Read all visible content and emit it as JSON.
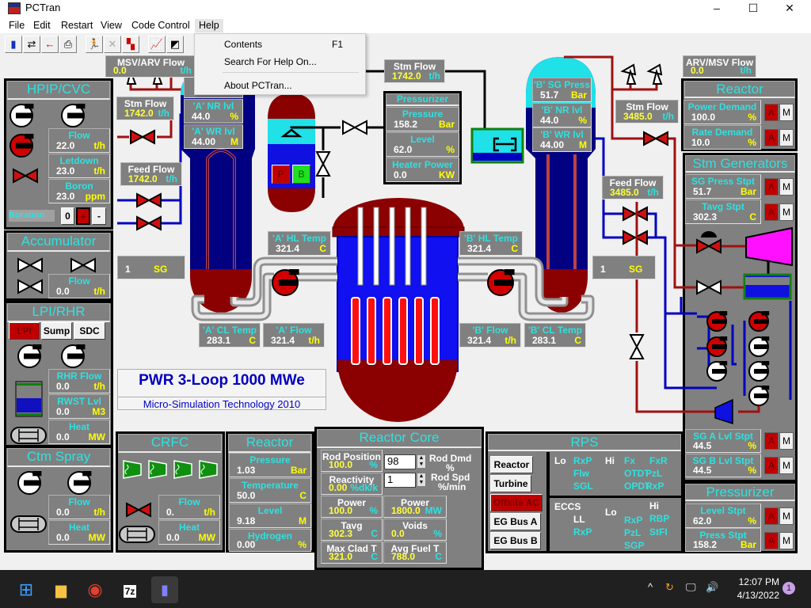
{
  "window": {
    "title": "PCTran",
    "controls": [
      "–",
      "☐",
      "✕"
    ]
  },
  "menubar": [
    "File",
    "Edit",
    "Restart",
    "View",
    "Code Control",
    "Help"
  ],
  "help_menu": {
    "items": [
      {
        "label": "Contents",
        "shortcut": "F1"
      },
      {
        "label": "Search For Help On..."
      },
      {
        "label": "About PCTran..."
      }
    ]
  },
  "toolbar": [
    "exit-icon",
    "swap-icon",
    "back-icon",
    "print-icon",
    "run-icon",
    "stop-icon",
    "malfunction-icon",
    "plot-icon",
    "report-icon"
  ],
  "readouts": {
    "msv_arv": {
      "label": "MSV/ARV Flow",
      "value": "0.0",
      "unit": "t/h"
    },
    "stm_flow_a": {
      "label": "Stm Flow",
      "value": "1742.0",
      "unit": "t/h"
    },
    "feed_flow_a": {
      "label": "Feed Flow",
      "value": "1742.0",
      "unit": "t/h"
    },
    "a_nr": {
      "label": "'A' NR lvl",
      "value": "44.0",
      "unit": "%"
    },
    "a_wr": {
      "label": "'A' WR lvl",
      "value": "44.00",
      "unit": "M"
    },
    "stm_flow_main": {
      "label": "Stm Flow",
      "value": "1742.0",
      "unit": "t/h"
    },
    "pzr_pressure": {
      "label": "Pressure",
      "value": "158.2",
      "unit": "Bar"
    },
    "pzr_level": {
      "label": "Level",
      "value": "62.0",
      "unit": "%"
    },
    "pzr_heater": {
      "label": "Heater Power",
      "value": "0.0",
      "unit": "KW"
    },
    "b_sg_press": {
      "label": "'B' SG Press",
      "value": "51.7",
      "unit": "Bar"
    },
    "b_nr": {
      "label": "'B' NR lvl",
      "value": "44.0",
      "unit": "%"
    },
    "b_wr": {
      "label": "'B' WR lvl",
      "value": "44.00",
      "unit": "M"
    },
    "stm_flow_b": {
      "label": "Stm Flow",
      "value": "3485.0",
      "unit": "t/h"
    },
    "feed_flow_b": {
      "label": "Feed Flow",
      "value": "3485.0",
      "unit": "t/h"
    },
    "a_hl": {
      "label": "'A' HL Temp",
      "value": "321.4",
      "unit": "C"
    },
    "b_hl": {
      "label": "'B' HL Temp",
      "value": "321.4",
      "unit": "C"
    },
    "a_cl": {
      "label": "'A' CL Temp",
      "value": "283.1",
      "unit": "C"
    },
    "a_flow": {
      "label": "'A' Flow",
      "value": "321.4",
      "unit": "t/h"
    },
    "b_flow": {
      "label": "'B' Flow",
      "value": "321.4",
      "unit": "t/h"
    },
    "b_cl": {
      "label": "'B' CL Temp",
      "value": "283.1",
      "unit": "C"
    },
    "sg_a_count": {
      "label": "",
      "value": "1",
      "unit": "SG"
    },
    "sg_b_count": {
      "label": "",
      "value": "1",
      "unit": "SG"
    },
    "hpip_flow": {
      "label": "Flow",
      "value": "22.0",
      "unit": "t/h"
    },
    "hpip_letdown": {
      "label": "Letdown",
      "value": "23.0",
      "unit": "t/h"
    },
    "hpip_boron": {
      "label": "Boron",
      "value": "23.0",
      "unit": "ppm"
    },
    "acc_flow": {
      "label": "Flow",
      "value": "0.0",
      "unit": "t/h"
    },
    "rhr_flow": {
      "label": "RHR Flow",
      "value": "0.0",
      "unit": "t/h"
    },
    "rwst_lvl": {
      "label": "RWST Lvl",
      "value": "0.0",
      "unit": "M3"
    },
    "lpi_heat": {
      "label": "Heat",
      "value": "0.0",
      "unit": "MW"
    },
    "spray_flow": {
      "label": "Flow",
      "value": "0.0",
      "unit": "t/h"
    },
    "spray_heat": {
      "label": "Heat",
      "value": "0.0",
      "unit": "MW"
    },
    "crfc_flow": {
      "label": "Flow",
      "value": "0.",
      "unit": "t/h"
    },
    "crfc_heat": {
      "label": "Heat",
      "value": "0.0",
      "unit": "MW"
    },
    "rx_pressure": {
      "label": "Pressure",
      "value": "1.03",
      "unit": "Bar"
    },
    "rx_temp": {
      "label": "Temperature",
      "value": "50.0",
      "unit": "C"
    },
    "rx_level": {
      "label": "Level",
      "value": "9.18",
      "unit": "M"
    },
    "rx_h2": {
      "label": "Hydrogen",
      "value": "0.00",
      "unit": "%"
    },
    "core_rodpos": {
      "label": "Rod Position",
      "value": "100.0",
      "unit": "%"
    },
    "core_react": {
      "label": "Reactivity",
      "value": "0.00",
      "unit": "%dk/k"
    },
    "core_power_pct": {
      "label": "Power",
      "value": "100.0",
      "unit": "%"
    },
    "core_power_mw": {
      "label": "Power",
      "value": "1800.0",
      "unit": "MW"
    },
    "core_tavg": {
      "label": "Tavg",
      "value": "302.3",
      "unit": "C"
    },
    "core_voids": {
      "label": "Voids",
      "value": "0.0",
      "unit": "%"
    },
    "core_clad": {
      "label": "Max Clad T",
      "value": "321.0",
      "unit": "C"
    },
    "core_fuel": {
      "label": "Avg Fuel T",
      "value": "788.0",
      "unit": "C"
    },
    "arv_msv": {
      "label": "ARV/MSV Flow",
      "value": "0.0",
      "unit": "t/h"
    },
    "rr_power_dmd": {
      "label": "Power Demand",
      "value": "100.0",
      "unit": "%"
    },
    "rr_rate_dmd": {
      "label": "Rate Demand",
      "value": "10.0",
      "unit": "%"
    },
    "sg_press_stpt": {
      "label": "SG Press Stpt",
      "value": "51.7",
      "unit": "Bar"
    },
    "sg_tavg_stpt": {
      "label": "Tavg Stpt",
      "value": "302.3",
      "unit": "C"
    },
    "sg_a_lvl": {
      "label": "SG A Lvl Stpt",
      "value": "44.5",
      "unit": "%"
    },
    "sg_b_lvl": {
      "label": "SG B Lvl Stpt",
      "value": "44.5",
      "unit": "%"
    },
    "pz_level_stpt": {
      "label": "Level Stpt",
      "value": "62.0",
      "unit": "%"
    },
    "pz_press_stpt": {
      "label": "Press Stpt",
      "value": "158.2",
      "unit": "Bar"
    }
  },
  "panels": {
    "hpip": "HPIP/CVC",
    "accumulator": "Accumulator",
    "lpi": "LPI/RHR",
    "spray": "Ctm Spray",
    "crfc": "CRFC",
    "reactor_bottom": "Reactor",
    "core": "Reactor Core",
    "rps": "RPS",
    "reactor_right": "Reactor",
    "stm_gen": "Stm Generators",
    "pressurizer_right": "Pressurizer",
    "pressurizer_center": "Pressurizer"
  },
  "boration": {
    "label": "Boration",
    "buttons": [
      "0",
      "+",
      "-"
    ]
  },
  "lpi_buttons": [
    "LPI",
    "Sump",
    "SDC"
  ],
  "pzr_heaters": [
    "P",
    "B"
  ],
  "core_controls": {
    "rod_dmd_value": "98",
    "rod_dmd_label": "Rod Dmd",
    "rod_dmd_unit": "%",
    "rod_spd_value": "1",
    "rod_spd_label": "Rod Spd",
    "rod_spd_unit": "%/min"
  },
  "auto_manual": {
    "a": "A",
    "m": "M"
  },
  "rps": {
    "buttons": [
      "Reactor",
      "Turbine",
      "Offsite AC",
      "EG Bus A",
      "EG Bus B"
    ],
    "trip_lo": "Lo",
    "trip_hi": "Hi",
    "trip_lo_items": [
      "RxP",
      "Flw",
      "SGL"
    ],
    "trip_hi_items": [
      "Fx",
      "FxR",
      "OTDT",
      "PzL",
      "OPDT",
      "RxP"
    ],
    "eccs": "ECCS",
    "eccs_ll": "LL",
    "eccs_ll_item": "RxP",
    "eccs_lo": "Lo",
    "eccs_hi": "Hi",
    "eccs_lo_items": [
      "RxP",
      "PzL",
      "SGP"
    ],
    "eccs_hi_items": [
      "RBP",
      "StFI"
    ]
  },
  "brand": {
    "title": "PWR 3-Loop 1000 MWe",
    "subtitle": "Micro-Simulation Technology 2010"
  },
  "taskbar": {
    "time": "12:07 PM",
    "date": "4/13/2022",
    "notifications": "1",
    "apps": [
      "windows-start",
      "file-explorer",
      "chrome",
      "7-zip",
      "pctran"
    ]
  },
  "colors": {
    "panel": "#808080",
    "label": "#30e0e0",
    "value": "#ffffff",
    "unit": "#ffff00",
    "steam": "#a01010",
    "feed": "#0000c0",
    "alarm": "#c00000"
  }
}
